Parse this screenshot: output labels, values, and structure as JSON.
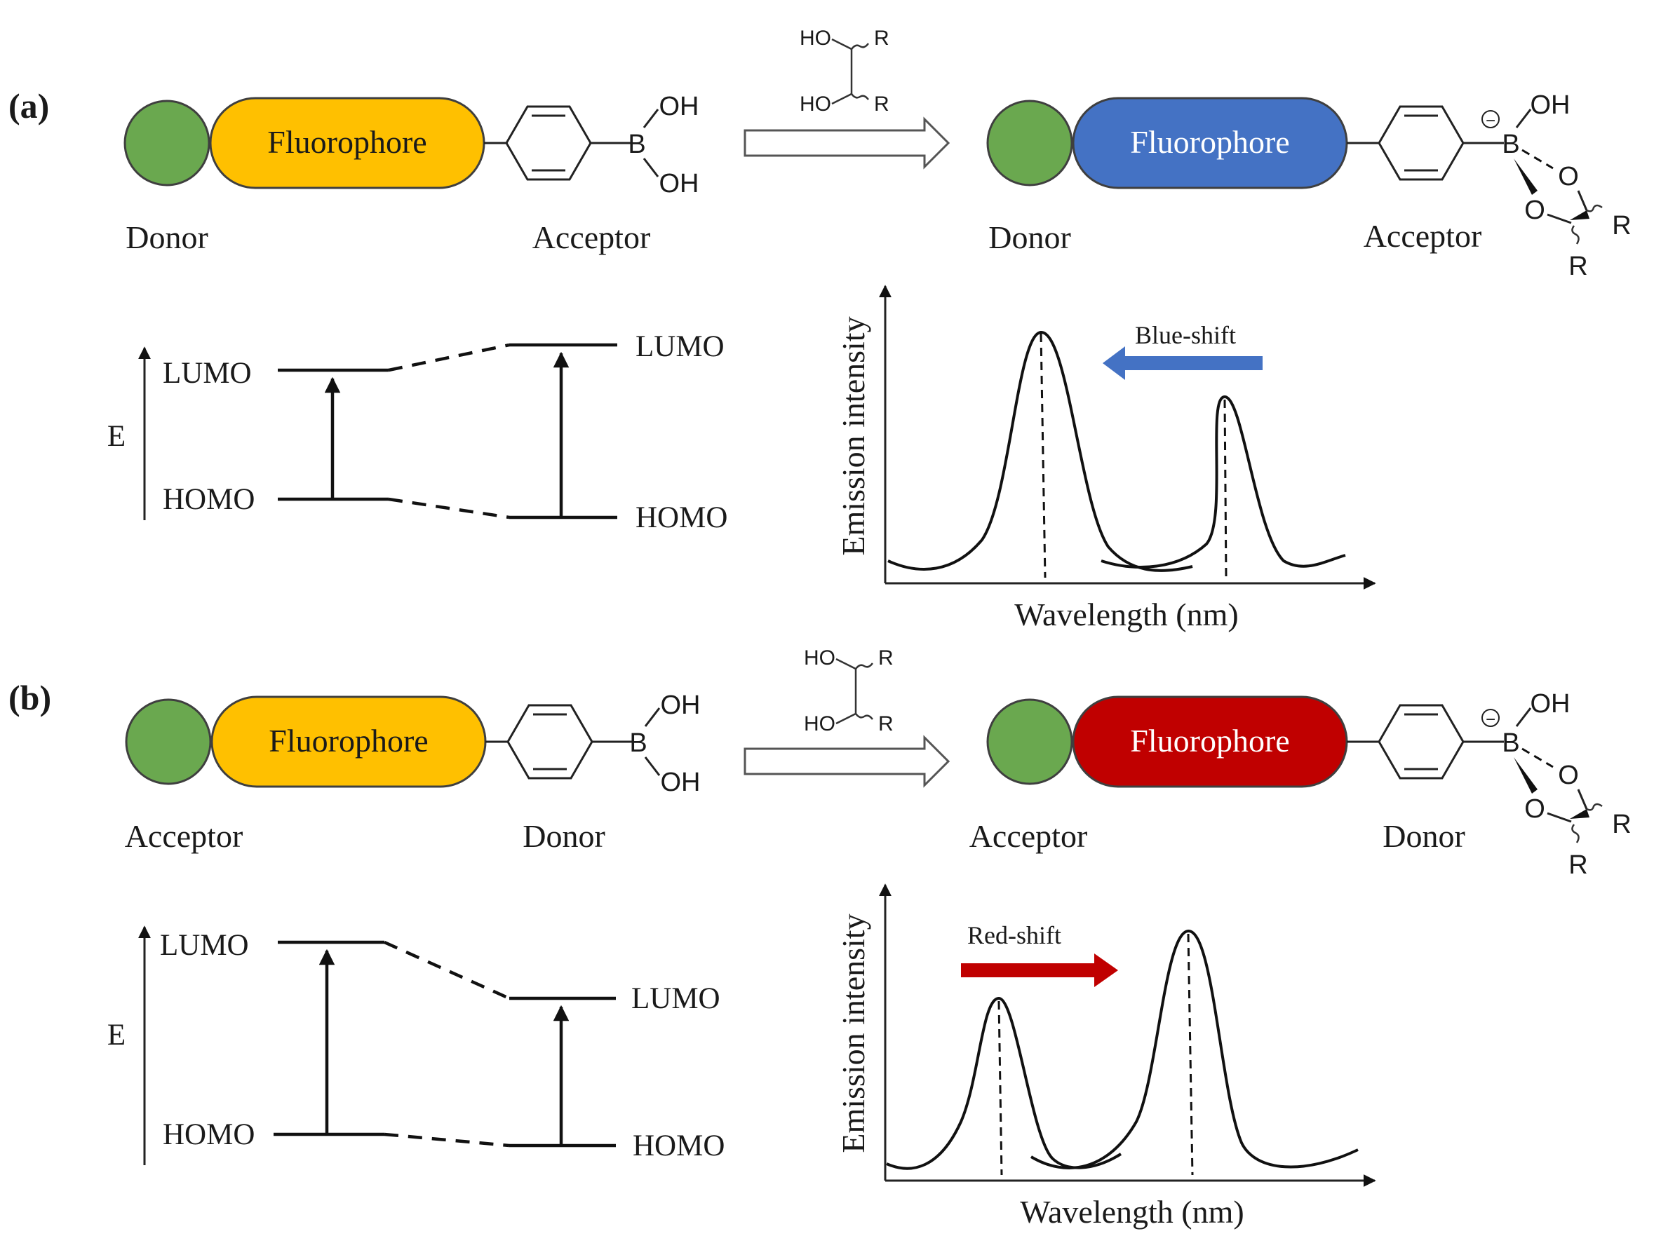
{
  "panels": [
    {
      "label": "(a)",
      "reactant": {
        "fluorophore_label": "Fluorophore",
        "fluorophore_color": "#ffc000",
        "left_role": "Donor",
        "right_role": "Acceptor"
      },
      "product": {
        "fluorophore_label": "Fluorophore",
        "fluorophore_color": "#4472c4",
        "left_role": "Donor",
        "right_role": "Acceptor"
      },
      "energy_diagram": {
        "axis_label": "E",
        "left_levels": [
          "LUMO",
          "HOMO"
        ],
        "right_levels": [
          "LUMO",
          "HOMO"
        ]
      },
      "spectrum": {
        "ylabel": "Emission intensity",
        "xlabel": "Wavelength  (nm)",
        "shift_label": "Blue-shift",
        "shift_color": "#4472c4"
      }
    },
    {
      "label": "(b)",
      "reactant": {
        "fluorophore_label": "Fluorophore",
        "fluorophore_color": "#ffc000",
        "left_role": "Acceptor",
        "right_role": "Donor"
      },
      "product": {
        "fluorophore_label": "Fluorophore",
        "fluorophore_color": "#c00000",
        "left_role": "Acceptor",
        "right_role": "Donor"
      },
      "energy_diagram": {
        "axis_label": "E",
        "left_levels": [
          "LUMO",
          "HOMO"
        ],
        "right_levels": [
          "LUMO",
          "HOMO"
        ]
      },
      "spectrum": {
        "ylabel": "Emission intensity",
        "xlabel": "Wavelength  (nm)",
        "shift_label": "Red-shift",
        "shift_color": "#c00000"
      }
    }
  ],
  "chem": {
    "diol_top": "HO",
    "diol_bottom": "HO",
    "R": "R",
    "OH": "OH",
    "B": "B",
    "O": "O",
    "minus": "−"
  },
  "colors": {
    "donor_circle": "#6aa84f",
    "fluorophore_yellow": "#ffc000",
    "fluorophore_blue": "#4472c4",
    "fluorophore_red": "#c00000"
  }
}
